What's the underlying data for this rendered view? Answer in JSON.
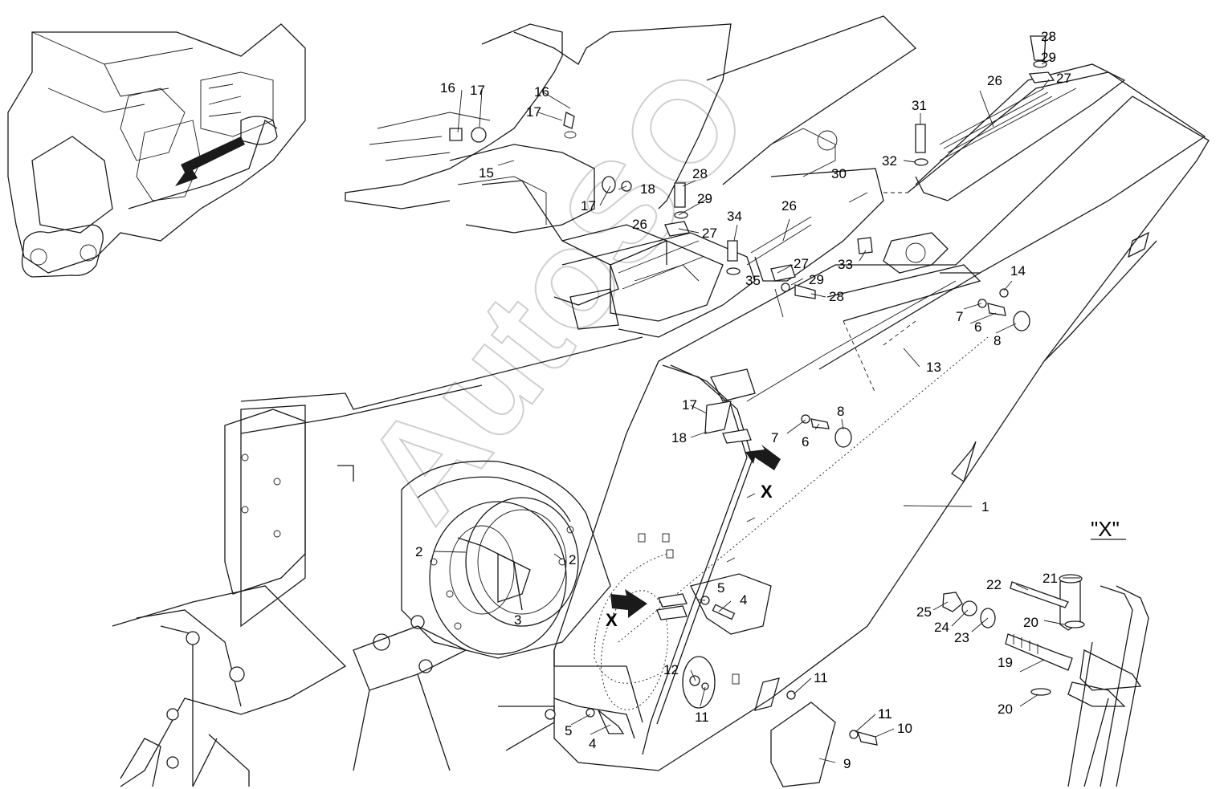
{
  "watermark": "AutoSO",
  "detail_title": "\"X\"",
  "view_markers": [
    "X",
    "X"
  ],
  "callouts": [
    "1",
    "2",
    "2",
    "3",
    "4",
    "4",
    "5",
    "5",
    "6",
    "6",
    "7",
    "7",
    "8",
    "8",
    "9",
    "10",
    "11",
    "11",
    "11",
    "11",
    "12",
    "13",
    "14",
    "15",
    "16",
    "16",
    "17",
    "17",
    "17",
    "17",
    "18",
    "18",
    "19",
    "20",
    "20",
    "21",
    "22",
    "23",
    "24",
    "25",
    "26",
    "26",
    "26",
    "27",
    "27",
    "27",
    "28",
    "28",
    "28",
    "29",
    "29",
    "29",
    "30",
    "31",
    "32",
    "33",
    "34",
    "35"
  ]
}
